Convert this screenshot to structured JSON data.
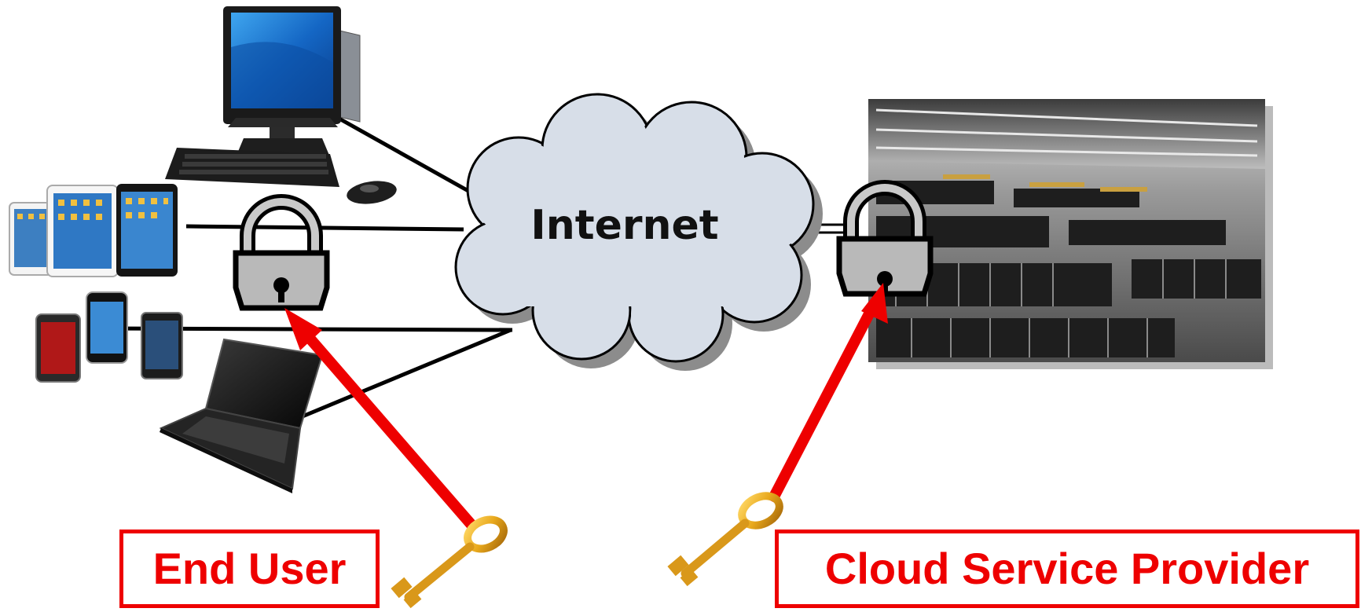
{
  "cloud": {
    "label": "Internet"
  },
  "labels": {
    "end_user": "End User",
    "cloud_service_provider": "Cloud Service Provider"
  },
  "colors": {
    "accent_red": "#ee0000",
    "cloud_fill": "#d7dee8",
    "lock_body": "#b9b9b9",
    "key_gold": "#e8a81c"
  },
  "icons": [
    "desktop-computer-icon",
    "keyboard-icon",
    "mouse-icon",
    "tablet-icon",
    "smartphone-icon",
    "laptop-icon",
    "padlock-icon",
    "key-icon",
    "datacenter-photo"
  ]
}
